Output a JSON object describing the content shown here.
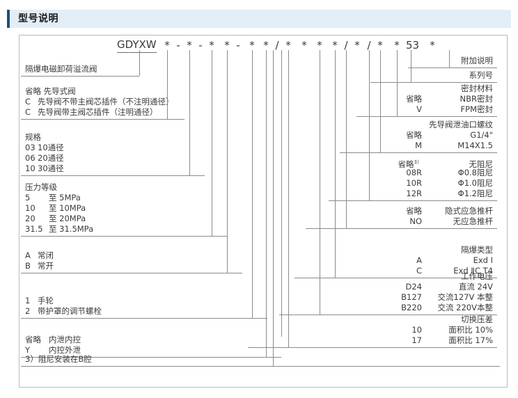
{
  "title": "型号说明",
  "model_code": {
    "name": "GDYXW",
    "tokens": [
      "*",
      "-",
      "*",
      "-",
      "*",
      "*",
      "-",
      "*",
      "*",
      "/",
      "*",
      "*",
      "*",
      "*",
      "/",
      "*",
      "/",
      "*",
      "*",
      "53",
      "*"
    ]
  },
  "left_groups": [
    {
      "name": "product-name",
      "header": "隔爆电磁卸荷溢流阀",
      "rows": []
    },
    {
      "name": "pilot-type",
      "header": "省略 先导式阀",
      "rows": [
        {
          "code": "C",
          "desc": "先导阀不带主阀芯插件（不注明通径）"
        },
        {
          "code": "C",
          "desc": "先导阀带主阀芯插件（注明通径）"
        }
      ]
    },
    {
      "name": "size",
      "header": "规格",
      "rows": [
        {
          "code": "03",
          "desc": "10通径"
        },
        {
          "code": "06",
          "desc": "20通径"
        },
        {
          "code": "10",
          "desc": "30通径"
        }
      ]
    },
    {
      "name": "pressure-rating",
      "header": "压力等级",
      "rows": [
        {
          "code": "5",
          "desc": "至  5MPa"
        },
        {
          "code": "10",
          "desc": "至 10MPa"
        },
        {
          "code": "20",
          "desc": "至 20MPa"
        },
        {
          "code": "31.5",
          "desc": "至 31.5MPa"
        }
      ]
    },
    {
      "name": "normally-open-closed",
      "header": "",
      "rows": [
        {
          "code": "A",
          "desc": "常闭"
        },
        {
          "code": "B",
          "desc": "常开"
        }
      ]
    },
    {
      "name": "adjustment-type",
      "header": "",
      "rows": [
        {
          "code": "1",
          "desc": "手轮"
        },
        {
          "code": "2",
          "desc": "带护罩的调节螺栓"
        }
      ]
    },
    {
      "name": "drain-control",
      "header": "",
      "rows": [
        {
          "code": "省略",
          "desc": "内泄内控"
        },
        {
          "code": "Y",
          "desc": "内控外泄"
        }
      ]
    }
  ],
  "footnote": "3）阻尼安装在B腔",
  "right_groups": [
    {
      "name": "additional-note",
      "header": "附加说明",
      "rows": []
    },
    {
      "name": "series-number",
      "header": "系列号",
      "rows": []
    },
    {
      "name": "seal-material",
      "header": "密封材料",
      "rows": [
        {
          "code": "省略",
          "desc": "NBR密封"
        },
        {
          "code": "V",
          "desc": "FPM密封"
        }
      ]
    },
    {
      "name": "pilot-drain-thread",
      "header": "先导阀泄油口螺纹",
      "rows": [
        {
          "code": "省略",
          "desc": "G1/4\""
        },
        {
          "code": "M",
          "desc": "M14X1.5"
        }
      ]
    },
    {
      "name": "damping",
      "header": "",
      "rows": [
        {
          "code": "省略",
          "sup": "3）",
          "desc": "无阻尼"
        },
        {
          "code": "08R",
          "desc": "Φ0.8阻尼"
        },
        {
          "code": "10R",
          "desc": "Φ1.0阻尼"
        },
        {
          "code": "12R",
          "desc": "Φ1.2阻尼"
        }
      ]
    },
    {
      "name": "emergency-pushrod",
      "header": "",
      "rows": [
        {
          "code": "省略",
          "desc": "隐式应急推杆"
        },
        {
          "code": "NO",
          "desc": "无应急推杆"
        }
      ]
    },
    {
      "name": "explosion-proof-type",
      "header": "隔爆类型",
      "rows": [
        {
          "code": "A",
          "desc": "Exd Ⅰ"
        },
        {
          "code": "C",
          "desc": "Exd ⅡC T4"
        }
      ]
    },
    {
      "name": "working-voltage",
      "header": "工作电压",
      "rows": [
        {
          "code": "D24",
          "desc": "直流 24V"
        },
        {
          "code": "B127",
          "desc": "交流127V 本整"
        },
        {
          "code": "B220",
          "desc": "交流 220V本整"
        }
      ]
    },
    {
      "name": "switching-pressure-difference",
      "header": "切换压差",
      "rows": [
        {
          "code": "10",
          "desc": "面积比  10%"
        },
        {
          "code": "17",
          "desc": "面积比  17%"
        }
      ]
    }
  ]
}
